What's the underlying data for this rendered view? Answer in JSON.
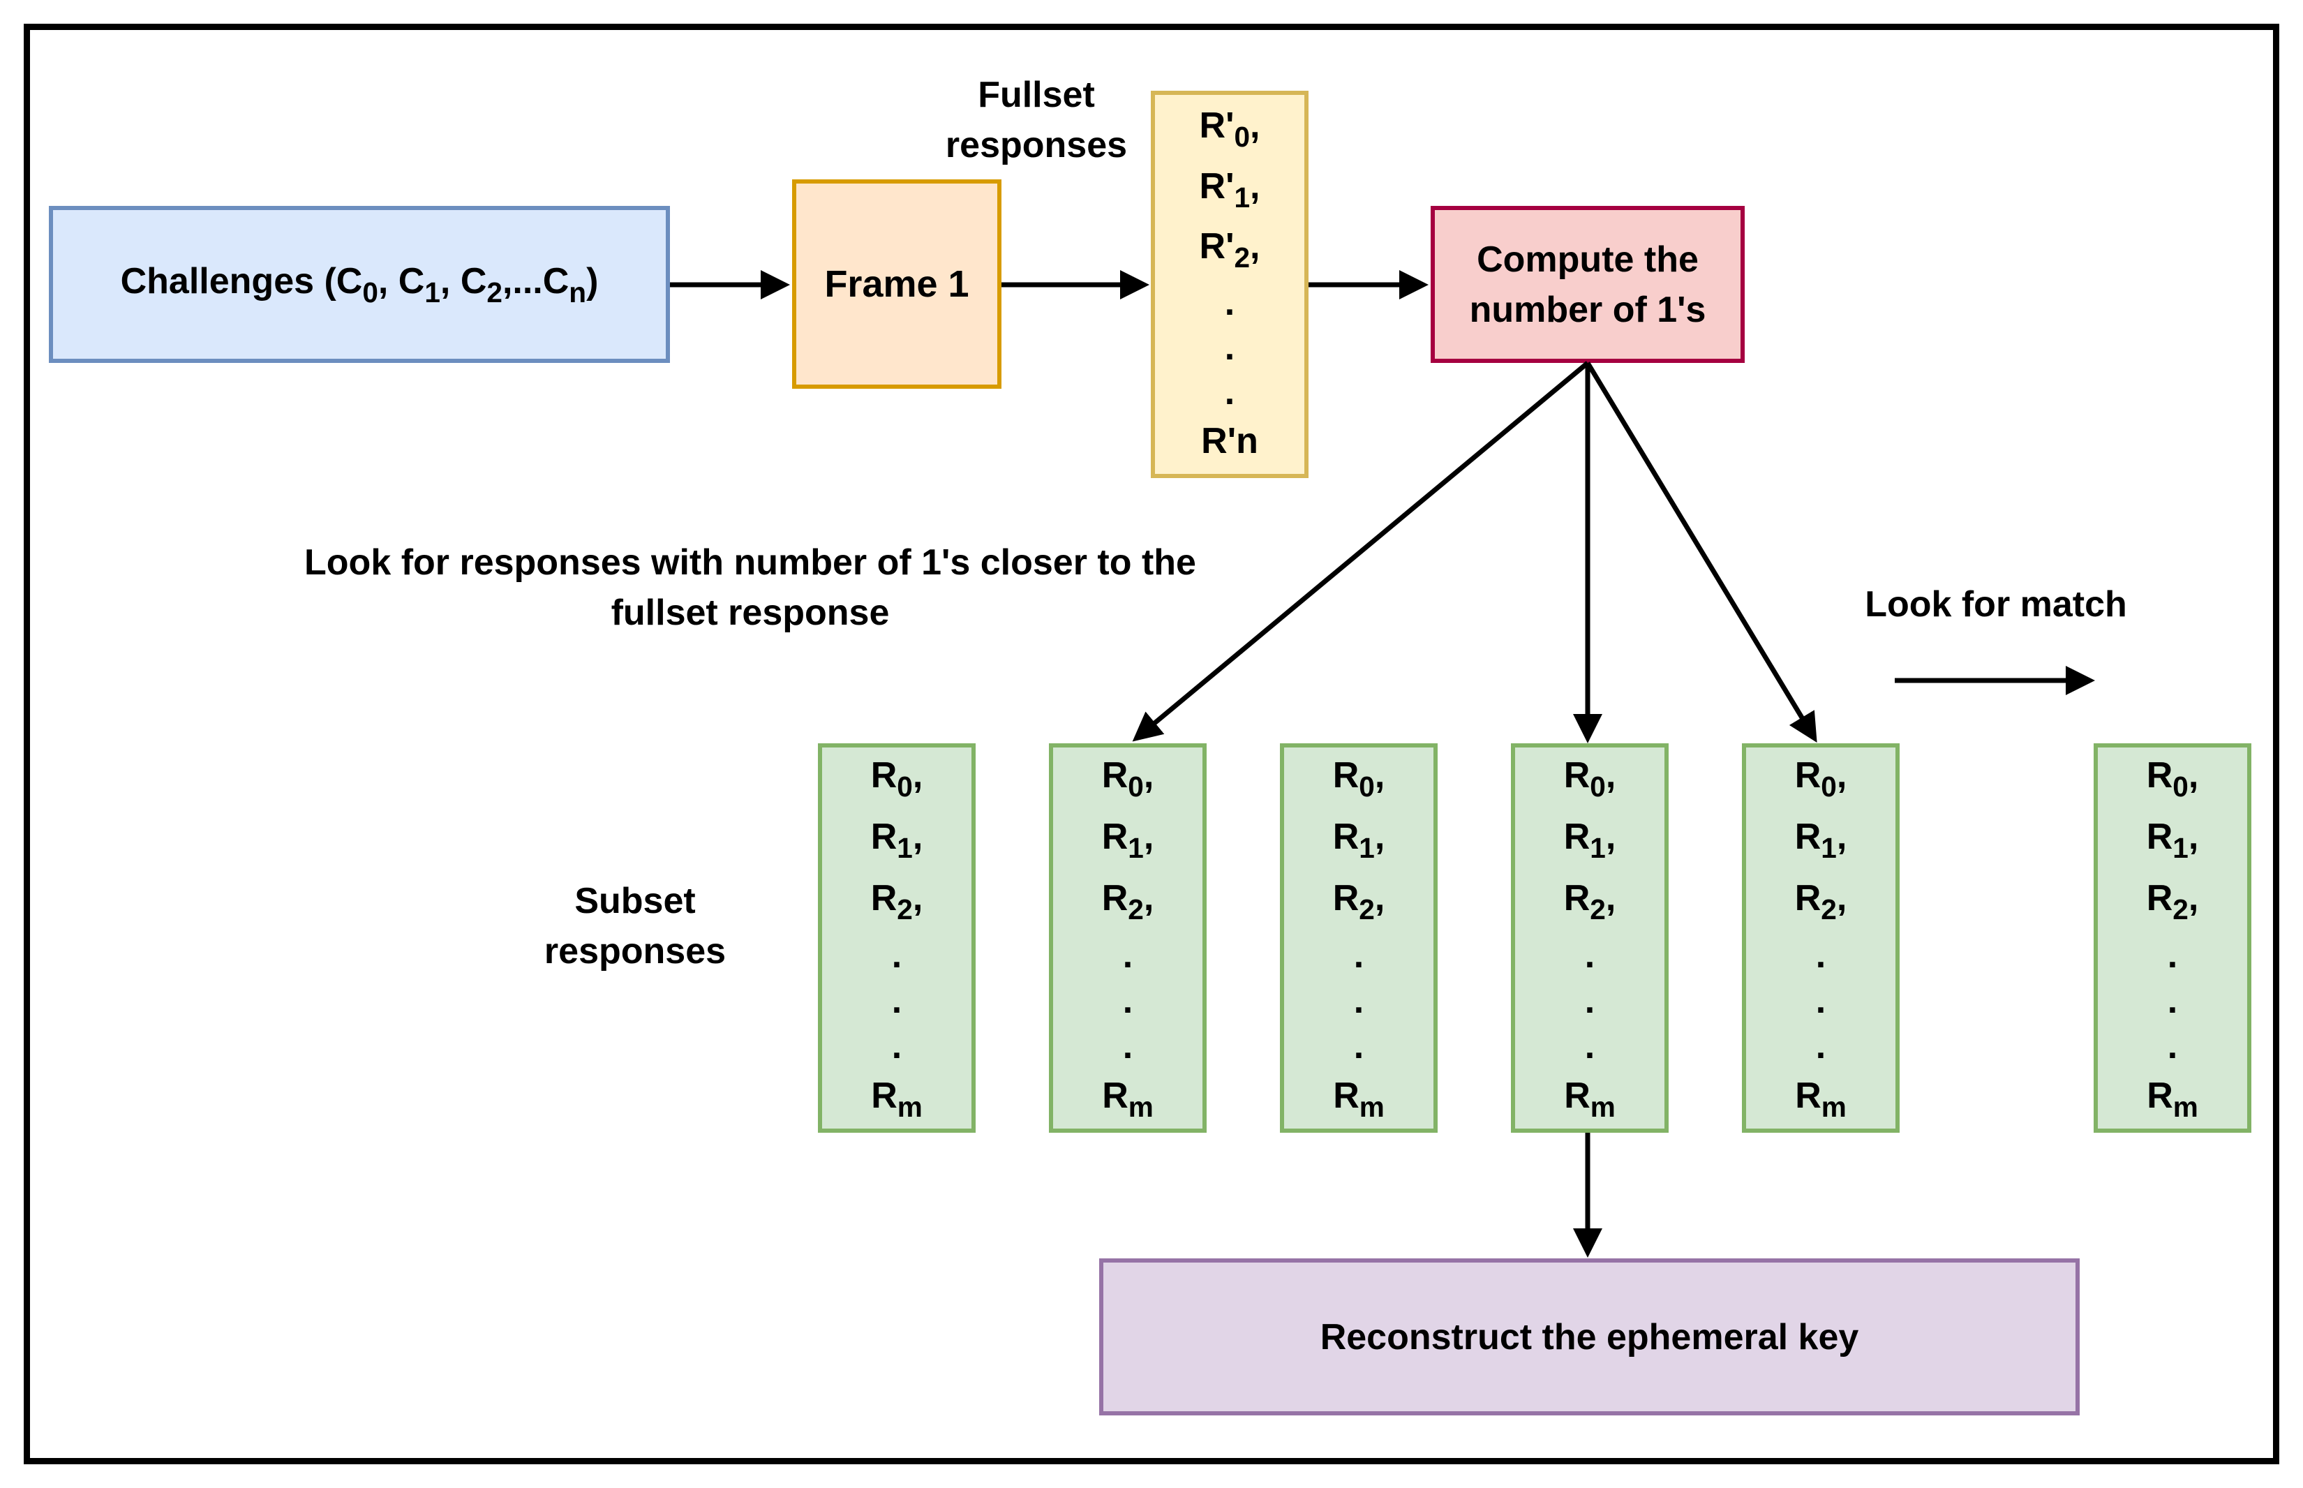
{
  "challenges": {
    "prefix": "Challenges (C",
    "s0": "0",
    "sep1": ", C",
    "s1": "1",
    "sep2": ", C",
    "s2": "2",
    "sep3": ",...C",
    "sn": "n",
    "suffix": ")"
  },
  "frame1": "Frame 1",
  "fullset_label": [
    "Fullset",
    "responses"
  ],
  "fullset_items": [
    {
      "base": "R'",
      "sub": "0",
      "tail": ","
    },
    {
      "base": "R'",
      "sub": "1",
      "tail": ","
    },
    {
      "base": "R'",
      "sub": "2",
      "tail": ","
    },
    {
      "dot": "."
    },
    {
      "dot": "."
    },
    {
      "dot": "."
    },
    {
      "base": "R'n",
      "sub": "",
      "tail": ""
    }
  ],
  "compute": [
    "Compute the",
    "number of 1's"
  ],
  "look_for_label": [
    "Look for responses with number of 1's closer to the",
    "fullset response"
  ],
  "subset_label": [
    "Subset",
    "responses"
  ],
  "look_for_match": "Look for match",
  "subset_items": [
    {
      "base": "R",
      "sub": "0",
      "tail": ","
    },
    {
      "base": "R",
      "sub": "1",
      "tail": ","
    },
    {
      "base": "R",
      "sub": "2",
      "tail": ","
    },
    {
      "dot": "."
    },
    {
      "dot": "."
    },
    {
      "dot": "."
    },
    {
      "base": "R",
      "sub": "m",
      "tail": ""
    }
  ],
  "reconstruct": "Reconstruct the ephemeral key"
}
